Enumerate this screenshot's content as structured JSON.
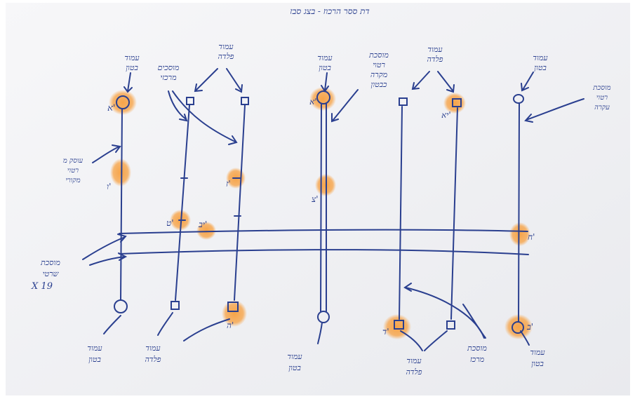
{
  "header": {
    "title": "דת ססר הרכוז - בצג סבז"
  },
  "colors": {
    "ink": "#2a3f8f",
    "highlight": "#f7a040",
    "paper": "#f4f4f6"
  },
  "top_labels": [
    [
      "עמוד",
      "בטון"
    ],
    [
      "עמוד",
      "פלדה"
    ],
    [
      "מוסכים",
      "מרכזי"
    ],
    [
      "עמוד",
      "בטון"
    ],
    [
      "מוסכת",
      "רטוי",
      "מקרה",
      "כבטון"
    ],
    [
      "עמוד",
      "פלדה"
    ],
    [
      "עמוד",
      "בטון"
    ],
    [
      "מוסכת",
      "רטוי",
      "עקרה"
    ]
  ],
  "side_labels": {
    "left_mid": [
      "עוסק מ",
      "רטוי",
      "מקורי"
    ],
    "left_low": [
      "מוסכת",
      "שרטי",
      "X 19"
    ]
  },
  "bottom_labels": [
    [
      "עמוד",
      "בטון"
    ],
    [
      "עמוד",
      "פלדה"
    ],
    [
      "עמוד",
      "בטון"
    ],
    [
      "עמוד",
      "פלדה"
    ],
    [
      "מוסכת",
      "מרכז"
    ],
    [
      "עמוד",
      "בטון"
    ]
  ],
  "marks": {
    "top_a": "א'",
    "top_b": "א'",
    "top_c": "יא'",
    "mid_a": "ו'",
    "mid_b": "ז'",
    "mid_c": "צ'",
    "low_a": "ט'",
    "low_b": "יב'",
    "low_c": "ח'",
    "bot_a": "ה'",
    "bot_b": "ד'",
    "bot_c": "ב'"
  }
}
